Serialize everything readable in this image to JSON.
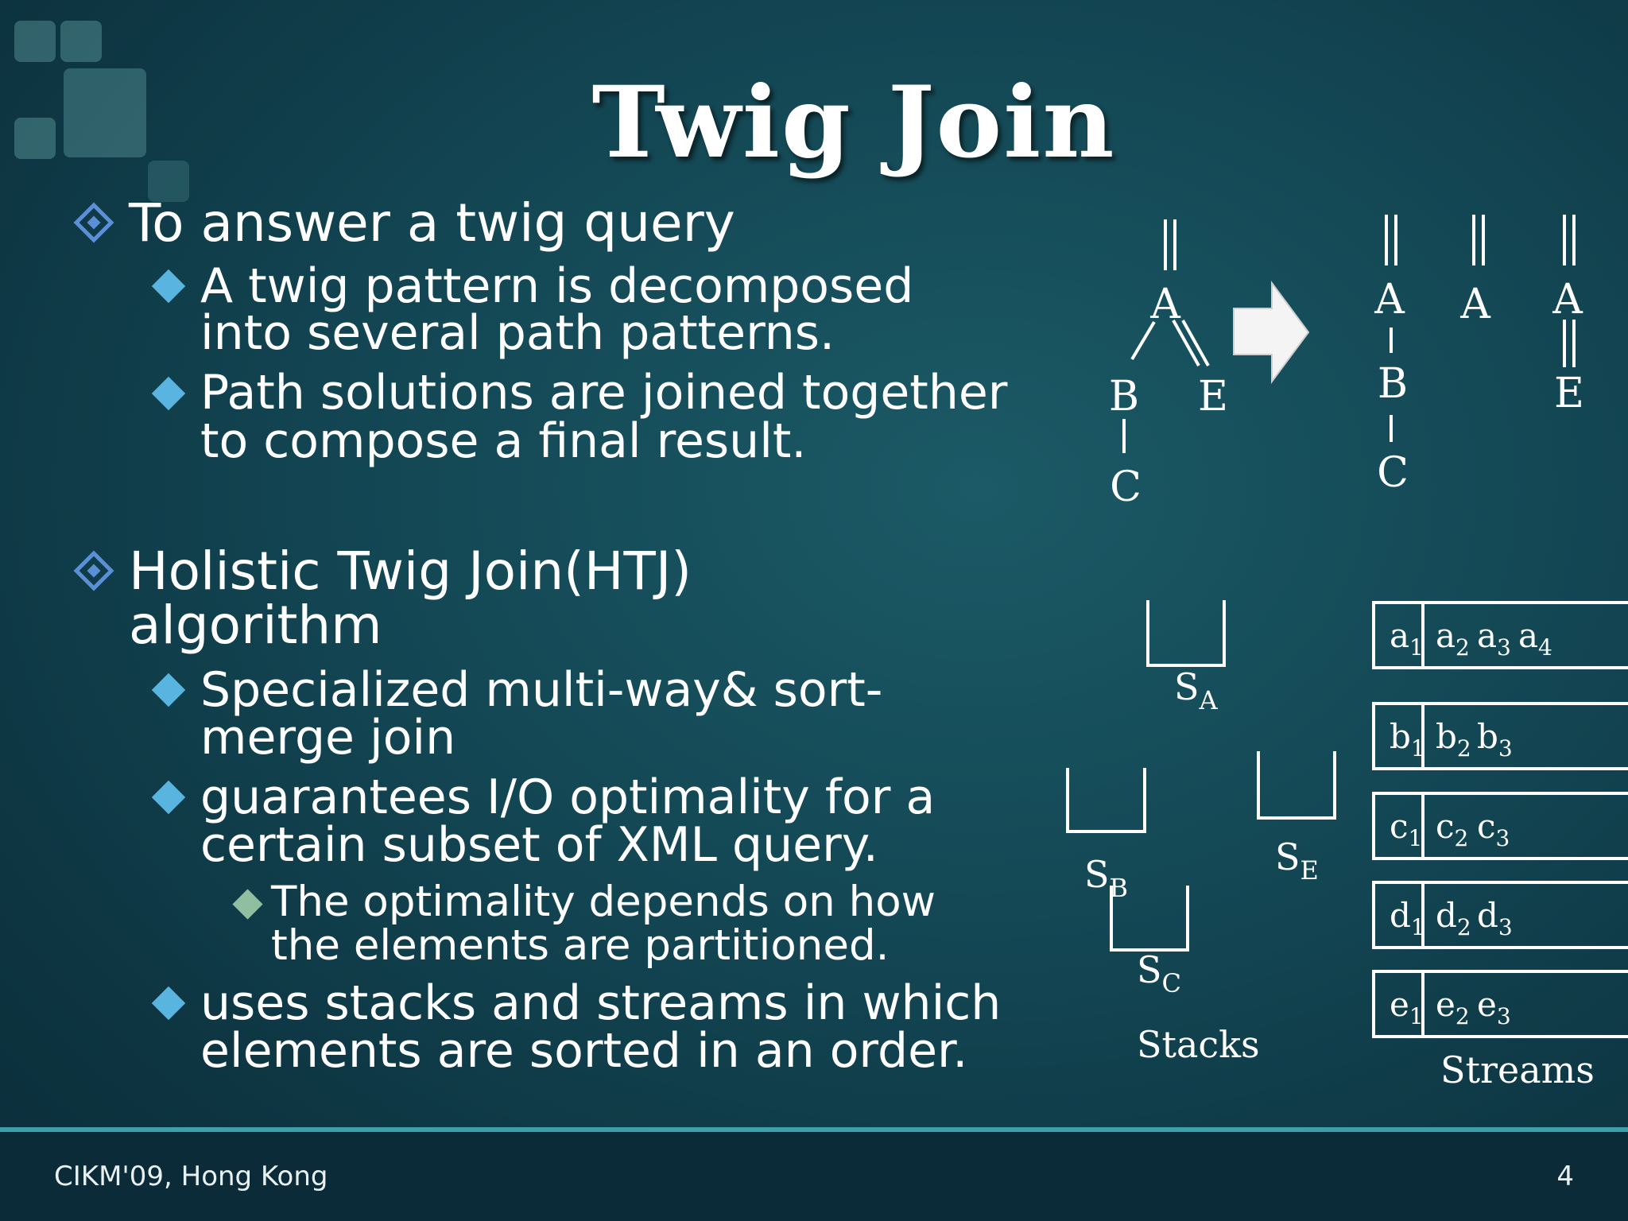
{
  "slide": {
    "title": "Twig  Join",
    "footer_left": "CIKM'09, Hong Kong",
    "page_number": "4"
  },
  "content": {
    "item1": {
      "text": "To answer a twig query",
      "subs": [
        [
          "A twig pattern is decomposed",
          "into several path patterns."
        ],
        [
          "Path solutions are joined together",
          "to compose a final result."
        ]
      ]
    },
    "item2": {
      "lines": [
        "Holistic Twig Join(HTJ)",
        "algorithm"
      ],
      "subs": [
        [
          "Specialized multi-way& sort-",
          "merge join"
        ],
        [
          "guarantees I/O optimality for a",
          "certain subset of XML query."
        ]
      ],
      "subsub": [
        "The optimality depends on how",
        "the elements are partitioned."
      ],
      "last_sub": [
        "uses stacks and streams in which",
        "elements are sorted in an order."
      ]
    }
  },
  "diagram": {
    "twig": {
      "A": "A",
      "B": "B",
      "E": "E",
      "C": "C"
    },
    "paths": {
      "p1": [
        "A",
        "B",
        "C"
      ],
      "p2": [
        "A"
      ],
      "p3": [
        "A",
        "E"
      ]
    },
    "stacks": {
      "labels": [
        {
          "main": "S",
          "sub": "A"
        },
        {
          "main": "S",
          "sub": "B"
        },
        {
          "main": "S",
          "sub": "E"
        },
        {
          "main": "S",
          "sub": "C"
        }
      ],
      "caption": "Stacks"
    },
    "streams": {
      "rows": [
        {
          "letter": "a",
          "subs": [
            "1",
            "2",
            "3",
            "4"
          ]
        },
        {
          "letter": "b",
          "subs": [
            "1",
            "2",
            "3"
          ]
        },
        {
          "letter": "c",
          "subs": [
            "1",
            "2",
            "3"
          ]
        },
        {
          "letter": "d",
          "subs": [
            "1",
            "2",
            "3"
          ]
        },
        {
          "letter": "e",
          "subs": [
            "1",
            "2",
            "3"
          ]
        }
      ],
      "caption": "Streams"
    }
  }
}
